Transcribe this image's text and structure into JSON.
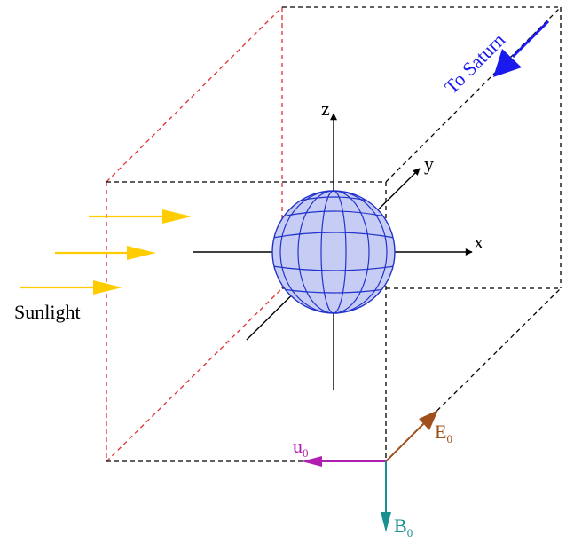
{
  "labels": {
    "sunlight": "Sunlight",
    "to_saturn": "To Saturn",
    "axis_x": "x",
    "axis_y": "y",
    "axis_z": "z",
    "u_main": "u",
    "u_sub": "0",
    "e_main": "E",
    "e_sub": "0",
    "b_main": "B",
    "b_sub": "0"
  },
  "colors": {
    "box_dash": "#000000",
    "red_dash": "#e03030",
    "sunlight": "#ffcc00",
    "saturn": "#1a1aee",
    "u_vector": "#b020b0",
    "e_vector": "#a0501a",
    "b_vector": "#1a9090",
    "sphere_fill": "#c6ccf4",
    "sphere_lines": "#2233cc"
  }
}
